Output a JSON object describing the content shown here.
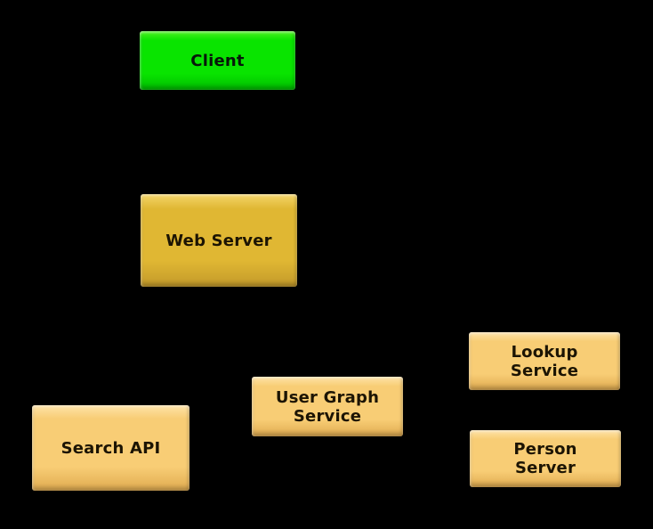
{
  "diagram": {
    "background": "#000000",
    "nodes": [
      {
        "id": "client",
        "label": "Client",
        "fill": "#09e400",
        "fill_light": "#4cf01f",
        "fill_dark": "#00bd00",
        "text_color": "#07170a"
      },
      {
        "id": "web-server",
        "label": "Web Server",
        "fill": "#e0b733",
        "fill_light": "#f4d569",
        "fill_dark": "#c3992a",
        "text_color": "#1c1403"
      },
      {
        "id": "search-api",
        "label": "Search API",
        "fill": "#f8cd75",
        "fill_light": "#fee3a8",
        "fill_dark": "#e0ab50",
        "text_color": "#1c1403"
      },
      {
        "id": "user-graph-service",
        "label": "User Graph\nService",
        "fill": "#f8cd75",
        "fill_light": "#fee3a8",
        "fill_dark": "#e0ab50",
        "text_color": "#1c1403"
      },
      {
        "id": "lookup-service",
        "label": "Lookup\nService",
        "fill": "#f8cd75",
        "fill_light": "#fee3a8",
        "fill_dark": "#e0ab50",
        "text_color": "#1c1403"
      },
      {
        "id": "person-server",
        "label": "Person\nServer",
        "fill": "#f8cd75",
        "fill_light": "#fee3a8",
        "fill_dark": "#e0ab50",
        "text_color": "#1c1403"
      }
    ]
  }
}
